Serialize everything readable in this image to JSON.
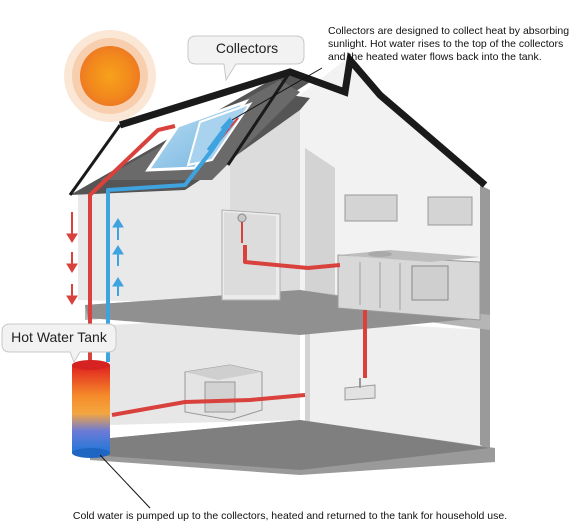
{
  "labels": {
    "collectors": "Collectors",
    "hot_water_tank": "Hot Water Tank"
  },
  "notes": {
    "collectors_note": "Collectors are designed to collect heat by absorbing sunlight. Hot water rises to the top of the collectors and the heated water flows back into the tank.",
    "bottom_note": "Cold water is pumped up to the collectors, heated and returned to the tank for household use."
  },
  "colors": {
    "hot_pipe": "#d9413c",
    "cold_pipe": "#3fa3e0",
    "sun_core": "#f39a1c",
    "sun_glow": "#fbe3cf",
    "roof": "#2a2a2a",
    "floor": "#8a8a8a",
    "collector_glass": "#8fc4e6"
  },
  "icons": [
    "sun-icon",
    "down-arrow-icon",
    "up-arrow-icon"
  ]
}
